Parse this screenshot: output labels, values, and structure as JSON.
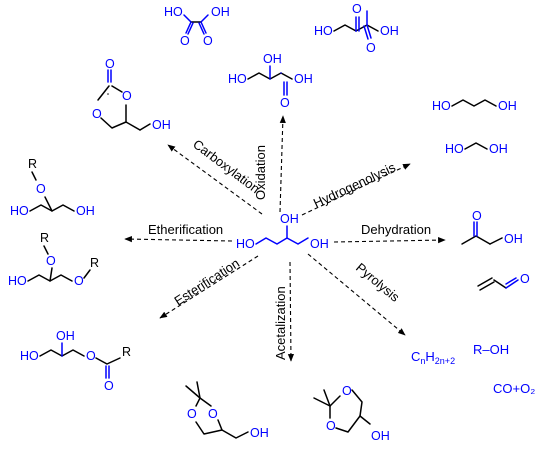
{
  "atoms": {
    "hydroxyl": "HO",
    "hydroxyl_right": "OH",
    "oxygen": "O",
    "alkyl": "R",
    "alcohol": "R–OH"
  },
  "reactions": {
    "oxidation": "Oxidation",
    "carboxylation": "Carboxylation",
    "hydrogenolysis": "Hydrogenolysis",
    "etherification": "Etherification",
    "dehydration": "Dehydration",
    "esterification": "Esterification",
    "pyrolysis": "Pyrolysis",
    "acetalization": "Acetalization"
  },
  "products": {
    "alkane_c": "C",
    "alkane_n": "n",
    "alkane_h": "H",
    "alkane_2n2": "2n+2",
    "gas": "CO+O₂"
  },
  "colors": {
    "heteroatom": "#0000ff",
    "carbon": "#000000"
  }
}
